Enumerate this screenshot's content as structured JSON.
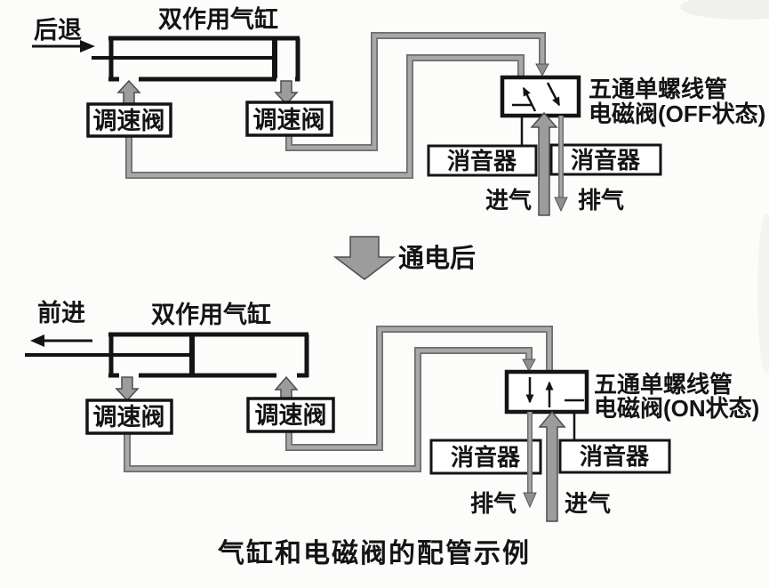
{
  "figure": {
    "caption": "气缸和电磁阀的配管示例",
    "transition_label": "通电后"
  },
  "colors": {
    "background": "#fcfcfb",
    "line": "#141414",
    "pipe": "#a8a8a8",
    "pipe_edge": "#6e6e6e",
    "arrow_fill": "#9c9c9c",
    "arrow_edge": "#4d4d4d"
  },
  "diagram_off": {
    "motion_label": "后退",
    "cylinder_label": "双作用气缸",
    "speed_valve_left_label": "调速阀",
    "speed_valve_right_label": "调速阀",
    "valve_label_line1": "五通单螺线管",
    "valve_label_line2": "电磁阀(OFF状态)",
    "muffler_left_label": "消音器",
    "muffler_right_label": "消音器",
    "intake_label": "进气",
    "exhaust_label": "排气"
  },
  "diagram_on": {
    "motion_label": "前进",
    "cylinder_label": "双作用气缸",
    "speed_valve_left_label": "调速阀",
    "speed_valve_right_label": "调速阀",
    "valve_label_line1": "五通单螺线管",
    "valve_label_line2": "电磁阀(ON状态)",
    "muffler_left_label": "消音器",
    "muffler_right_label": "消音器",
    "intake_label": "进气",
    "exhaust_label": "排气"
  }
}
